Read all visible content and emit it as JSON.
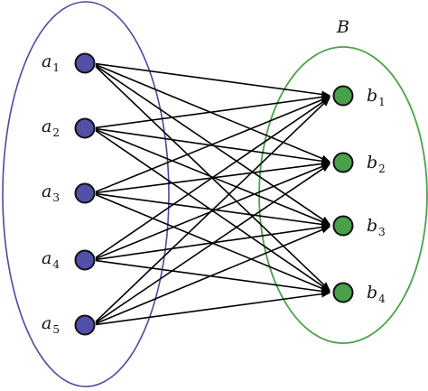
{
  "sets": {
    "a": {
      "name": "",
      "color": "#4a4aa0",
      "node_fill": "#5050a8"
    },
    "b": {
      "name": "B",
      "color": "#4ca24c",
      "node_fill": "#4aa04a"
    }
  },
  "nodes": {
    "a": [
      {
        "letter": "a",
        "sub": "1"
      },
      {
        "letter": "a",
        "sub": "2"
      },
      {
        "letter": "a",
        "sub": "3"
      },
      {
        "letter": "a",
        "sub": "4"
      },
      {
        "letter": "a",
        "sub": "5"
      }
    ],
    "b": [
      {
        "letter": "b",
        "sub": "1"
      },
      {
        "letter": "b",
        "sub": "2"
      },
      {
        "letter": "b",
        "sub": "3"
      },
      {
        "letter": "b",
        "sub": "4"
      }
    ]
  },
  "edges": "complete bipartite a→b (20 directed arrows)",
  "colors": {
    "edge": "#000000",
    "node_stroke": "#111111"
  }
}
